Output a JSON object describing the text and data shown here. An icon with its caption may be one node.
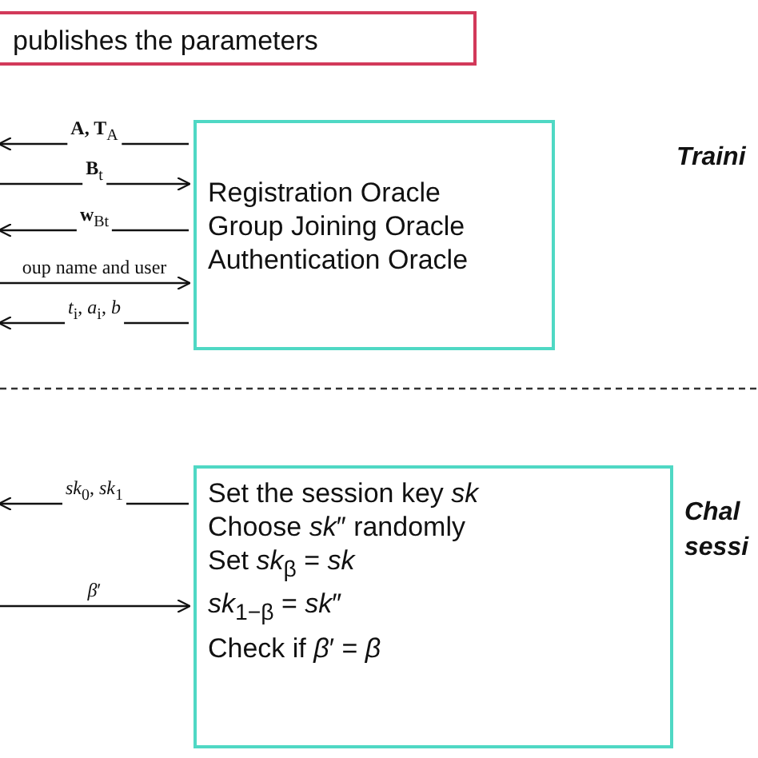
{
  "diagram": {
    "nodes": [
      {
        "text": [
          "publishes the parameters"
        ]
      },
      {
        "text": [
          "Registration Oracle",
          "Group Joining Oracle",
          "Authentication Oracle"
        ]
      },
      {
        "text": [
          "Set the session key *sk*",
          "Choose *sk*″ randomly",
          "Set *sk*$_{β}$ = *sk*",
          "*sk*$_{1−β}$ = *sk*″",
          "Check if *β*′ = *β*"
        ]
      }
    ],
    "edges": [
      {
        "from": 1,
        "to": null,
        "arrow": "to",
        "label": "**A, T**$_{A}$"
      },
      {
        "from": null,
        "to": 1,
        "arrow": "to",
        "label": "**B**$_{t}$"
      },
      {
        "from": 1,
        "to": null,
        "arrow": "to",
        "label": "**w**$_{Bt}$"
      },
      {
        "from": null,
        "to": 1,
        "arrow": "to",
        "label": "oup name and user"
      },
      {
        "from": 1,
        "to": null,
        "arrow": "to",
        "label": "*t*$_{i}$, *a*$_{i}$, *b*"
      },
      {
        "from": 2,
        "to": null,
        "arrow": "to",
        "label": "*sk*$_{0}$, *sk*$_{1}$"
      },
      {
        "from": null,
        "to": 2,
        "arrow": "to",
        "label": "*β*′"
      }
    ],
    "labels": [
      "Traini",
      "Chal sessi"
    ]
  }
}
